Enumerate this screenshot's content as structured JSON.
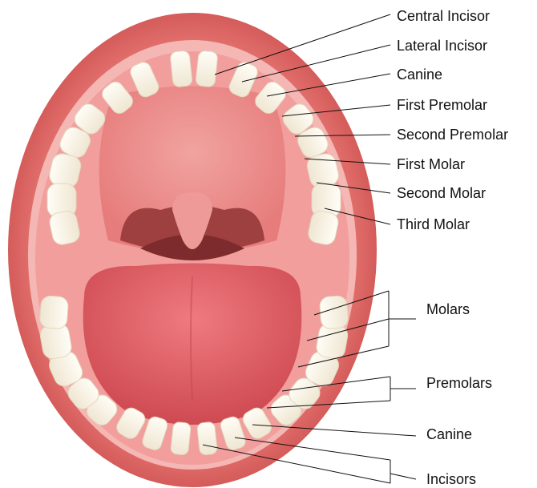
{
  "labels": {
    "central_incisor": "Central Incisor",
    "lateral_incisor": "Lateral Incisor",
    "canine_upper": "Canine",
    "first_premolar": "First Premolar",
    "second_premolar": "Second Premolar",
    "first_molar": "First Molar",
    "second_molar": "Second Molar",
    "third_molar": "Third Molar",
    "molars": "Molars",
    "premolars": "Premolars",
    "canine_lower": "Canine",
    "incisors": "Incisors"
  },
  "colors": {
    "lip": "#e06a67",
    "lip_dark": "#c9484a",
    "gum": "#f0a0a0",
    "palate": "#ec8d8d",
    "throat": "#9c3a3b",
    "tongue": "#e2585f",
    "tooth": "#fbf6ea"
  }
}
